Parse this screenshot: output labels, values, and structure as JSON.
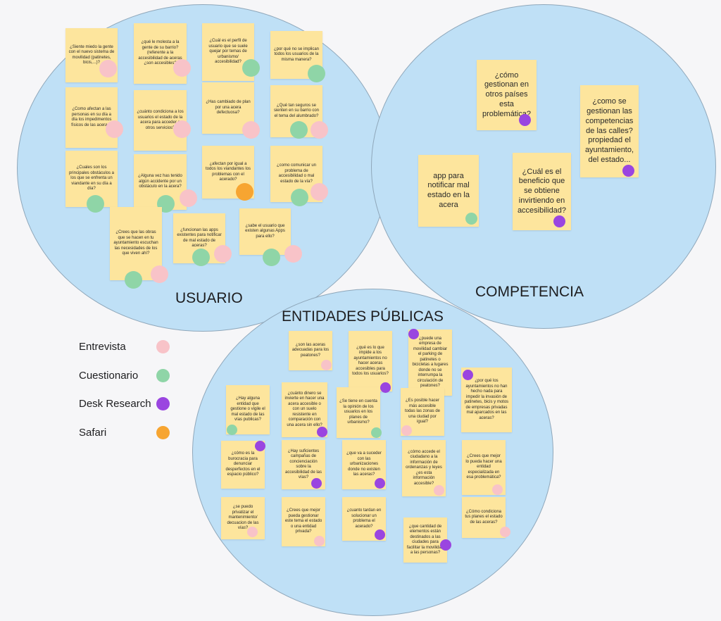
{
  "groups": {
    "usuario": "USUARIO",
    "competencia": "COMPETENCIA",
    "entidades": "ENTIDADES PÚBLICAS"
  },
  "legend": [
    {
      "label": "Entrevista",
      "color": "#f8c3c8"
    },
    {
      "label": "Cuestionario",
      "color": "#8fd5a7"
    },
    {
      "label": "Desk Research",
      "color": "#9a45e0"
    },
    {
      "label": "Safari",
      "color": "#f7a531"
    }
  ],
  "notes": {
    "u1": "¿Siente miedo la gente con el nuevo sistema de movilidad (patinetes, bicis,...)?",
    "u2": "¿qué le molesta a la gente de su barrio? (referente a la accesibilidad de aceras ¿son accesibles?",
    "u3": "¿Cuál es el perfil de usuario que se suele quejar por temas de urbanismo/ accesibilidad?",
    "u4": "¿por qué no se implican todos los usuarios de la misma manera?",
    "u5": "¿Como afectan a las personas en su día a día los impedimentos físicos de las aceras?",
    "u6": "¿cuánto condiciona a los usuarios el estado de la acera para acceder a otros servicios?",
    "u7": "¿Has cambiado de plan por una acera defectuosa?",
    "u8": "¿Qué tan seguros se sienten en su barrio con el tema del alumbrado?",
    "u9": "¿Cuales son los principales obstáculos a los que se enfrenta un viandante en su día a día?",
    "u10": "¿Alguna vez has tenido algún accidente por un obstáculo en la acera?",
    "u11": "¿afectan por igual a todos los viandantes los problemas con el acerado?",
    "u12": "¿como comunicar un problema de accesibilidad o mal estado de la vía?",
    "u13": "¿Crees que las obras que se hacen en tu ayuntamiento escuchan las necesidades de los que viven ahí?",
    "u14": "¿funcionan las apps existentes para notificar de mal estado de aceras?",
    "u15": "¿sabe el usuario que existen algunas Apps para ello?",
    "c1": "¿cómo gestionan en otros países esta problemática?",
    "c2": "¿como se gestionan las competencias de las calles? propiedad el ayuntamiento, del estado...",
    "c3": "app para notificar mal estado en la acera",
    "c4": "¿Cuál es el beneficio que se obtiene invirtiendo en accesibilidad?",
    "e1": "¿son las aceras adecuadas para los peatones?",
    "e2": "¿qué es lo que impide a los ayuntamientos no hacer aceras accesibles para todos los usuarios?",
    "e3": "¿puede una empresa de movilidad cambiar el parking de patinetes o bicicletas a lugares donde no se interrumpa la circulación de peatones?",
    "e4": "¿por qué los ayuntamientos no han hecho nada para impedir la invasión de patinetes, bicis y motos de empresas privadas mal aparcados en las aceras?",
    "e5": "¿Hay alguna entidad que gestione o vigile el mal estado de las vías publicas?",
    "e6": "¿cuánto dinero se invierte en hacer una acera accesible o con un suelo resistente en comparación con una acera sin ello?",
    "e7": "¿Se tiene en cuenta la opinión de los usuarios en los planes de urbanismo?",
    "e8": "¿Es posible hacer más accesible todas las zonas de una ciudad por igual?",
    "e9": "¿cómo es la burocracia para denunciar desperfectos en el espacio público?",
    "e10": "¿Hay suficientes campañas de concienciación sobre la accesibilidad de las vías?",
    "e11": "¿que va a suceder con las urbanizaciones donde no existen las aceras?",
    "e12": "¿cómo accede el ciudadano a la información de ordenanzas y leyes ¿es esta información accesible?",
    "e13": "¿Crees que mejor lo pueda hacer una entidad especializada en esa problemática?",
    "e14": "¿se puedo privatizar el mantenimiento/ decuacion de las vías?",
    "e15": "¿Crees que mejor pueda gestionar este tema el estado o una entidad privada?",
    "e16": "¿cuanto tardan en solucionar un problema el acerado?",
    "e17": "¿que cantidad de elementos están destinados a las ciudades para facilitar la movilidad a las personas?",
    "e18": "¿Cómo condiciona tus planes el estado de las aceras?"
  }
}
